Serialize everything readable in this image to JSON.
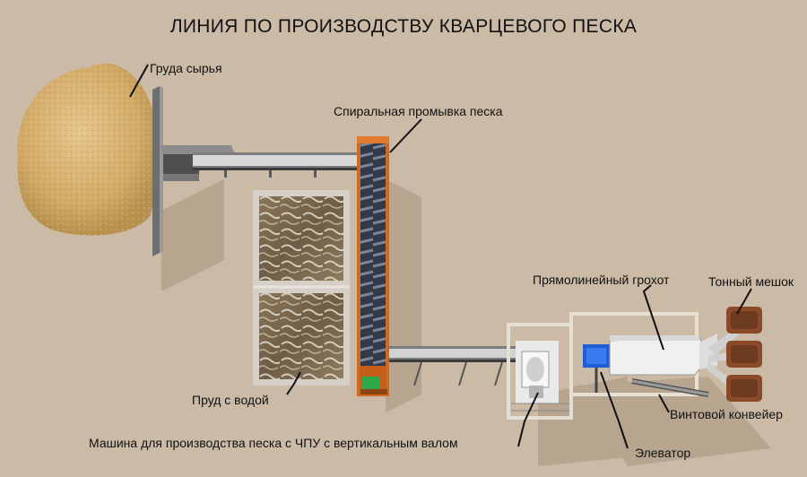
{
  "title": "ЛИНИЯ ПО ПРОИЗВОДСТВУ КВАРЦЕВОГО ПЕСКА",
  "labels": {
    "raw_pile": "Груда сырья",
    "spiral_washer": "Спиральная промывка песка",
    "water_pond": "Пруд с водой",
    "sand_maker": "Машина для производства песка с ЧПУ с вертикальным валом",
    "linear_screen": "Прямолинейный грохот",
    "ton_bag": "Тонный мешок",
    "screw_conveyor": "Винтовой конвейер",
    "elevator": "Элеватор"
  },
  "colors": {
    "background": "#cbbaa6",
    "sand": "#d9b577",
    "washer_frame": "#d2691e",
    "elevator_blue": "#1e5fd8",
    "motor_green": "#2fa84a",
    "water": "#7a6a52"
  }
}
